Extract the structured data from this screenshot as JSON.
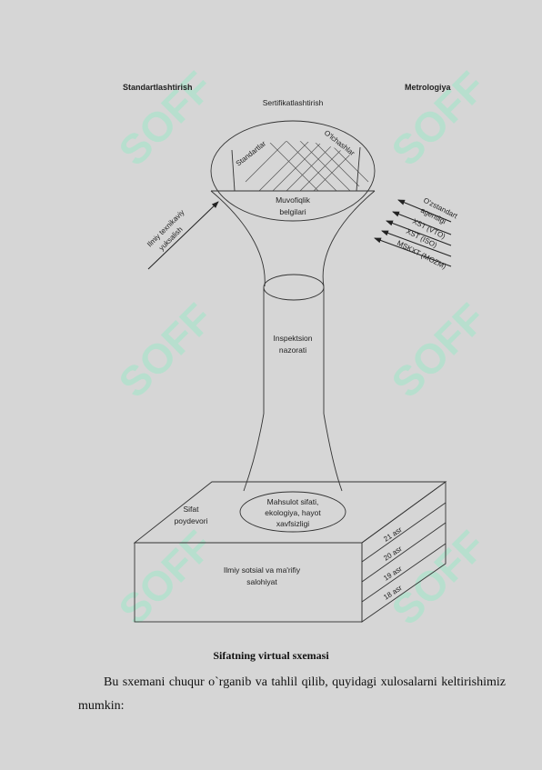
{
  "diagram": {
    "top_left_heading": "Standartlashtirish",
    "top_right_heading": "Metrologiya",
    "top_center_label": "Sertifikatlashtirish",
    "ellipse_left_label": "Standartlar",
    "ellipse_right_label": "O'lchashlar",
    "funnel_label_line1": "Muvofiqlik",
    "funnel_label_line2": "belgilari",
    "left_arrow_line1": "Ilmiy texnikaviy",
    "left_arrow_line2": "yuksalish",
    "right_arrows": [
      "O'zstandart",
      "agentligi",
      "XST (VTO)",
      "XST (ISO)",
      "MSKXT (MOZM)"
    ],
    "cylinder_line1": "Inspektsion",
    "cylinder_line2": "nazorati",
    "base_ellipse_line1": "Mahsulot sifati,",
    "base_ellipse_line2": "ekologiya, hayot",
    "base_ellipse_line3": "xavfsizligi",
    "foundation_line1": "Sifat",
    "foundation_line2": "poydevori",
    "front_line1": "Ilmiy sotsial va ma'rifiy",
    "front_line2": "salohiyat",
    "centuries": [
      "21 asr",
      "20 asr",
      "19 asr",
      "18 asr"
    ],
    "watermark": "SOFF"
  },
  "caption": "Sifatning virtual sxemasi",
  "paragraph": "Bu sxemani chuqur o`rganib va tahlil qilib, quyidagi xulosalarni keltirishimiz mumkin:",
  "colors": {
    "background": "#d6d6d6",
    "line": "#333333",
    "watermark": "#9fe8c9"
  }
}
